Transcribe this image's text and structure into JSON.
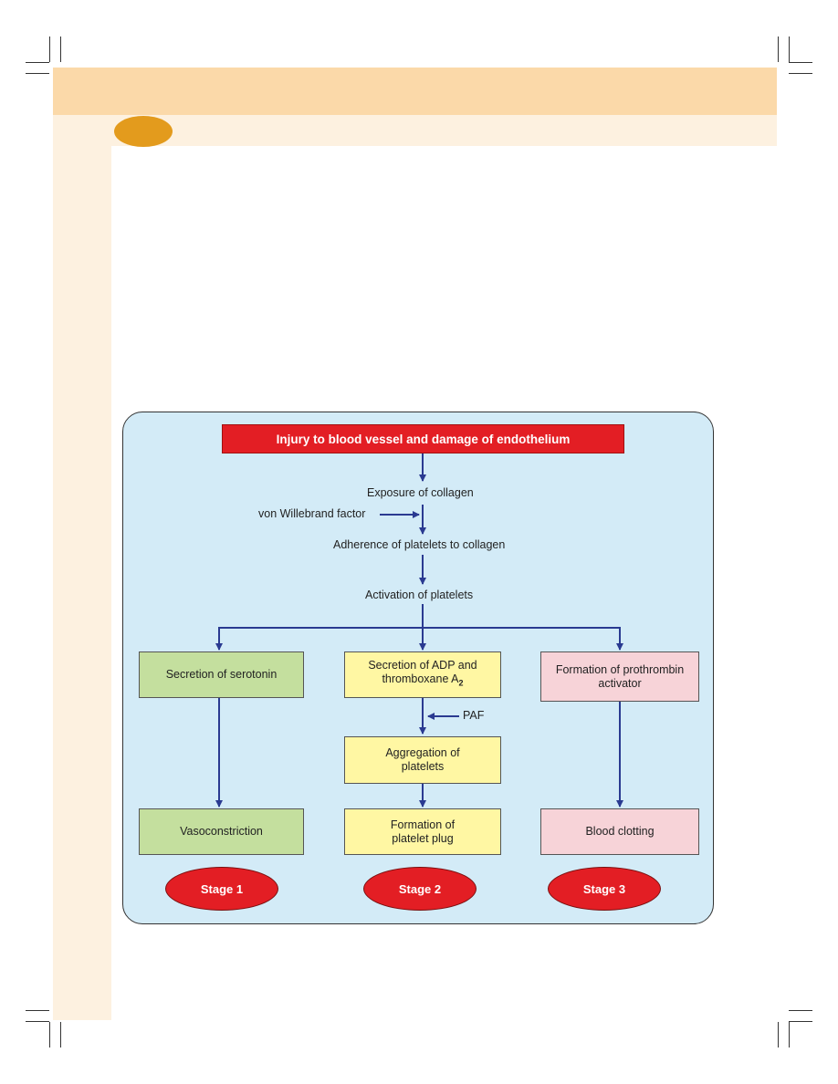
{
  "diagram": {
    "top_box": "Injury to blood vessel and damage of endothelium",
    "step_exposure": "Exposure of collagen",
    "input_vwf": "von Willebrand factor",
    "step_adherence": "Adherence of platelets to collagen",
    "step_activation": "Activation of platelets",
    "branch_left": {
      "box1": "Secretion of serotonin",
      "box2": "Vasoconstriction",
      "stage": "Stage 1"
    },
    "branch_middle": {
      "box1_line1": "Secretion of ADP and",
      "box1_line2_prefix": "thromboxane A",
      "box1_sub": "2",
      "input_paf": "PAF",
      "box2": "Aggregation of platelets",
      "box3": "Formation of platelet plug",
      "stage": "Stage 2"
    },
    "branch_right": {
      "box1": "Formation of prothrombin activator",
      "box2": "Blood clotting",
      "stage": "Stage 3"
    }
  },
  "colors": {
    "arrow": "#2a3a91",
    "red": "#e31e24",
    "green": "#c4df9e",
    "yellow": "#fff7a3",
    "pink": "#f7d3d8",
    "panel": "#d3ebf7"
  }
}
